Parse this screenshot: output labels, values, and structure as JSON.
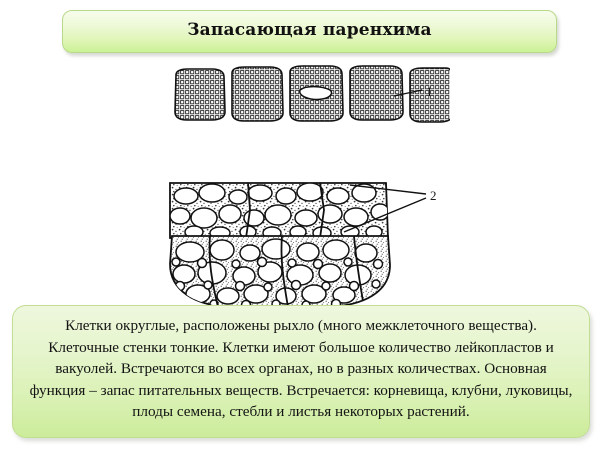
{
  "slide": {
    "background_color": "#ffffff",
    "title": {
      "text": "Запасающая паренхима",
      "box_fill_top": "#f7fcec",
      "box_fill_bottom": "#cbf295",
      "box_border": "#b9d98a"
    },
    "figure": {
      "alt_name": "Поперечный срез запасающей паренхимы",
      "callouts": [
        {
          "id": "1",
          "label": "1"
        },
        {
          "id": "2",
          "label": "2"
        }
      ]
    },
    "description": {
      "text": "Клетки округлые, расположены рыхло (много межклеточного вещества). Клеточные стенки тонкие. Клетки имеют большое количество лейкопластов и вакуолей. Встречаются во всех органах, но в разных количествах. Основная функция – запас питательных веществ. Встречается: корневища, клубни, луковицы, плоды семена, стебли и листья некоторых растений.",
      "box_fill_top": "#eef7dd",
      "box_fill_bottom": "#ccec9a",
      "box_border": "#c2dd94"
    }
  }
}
